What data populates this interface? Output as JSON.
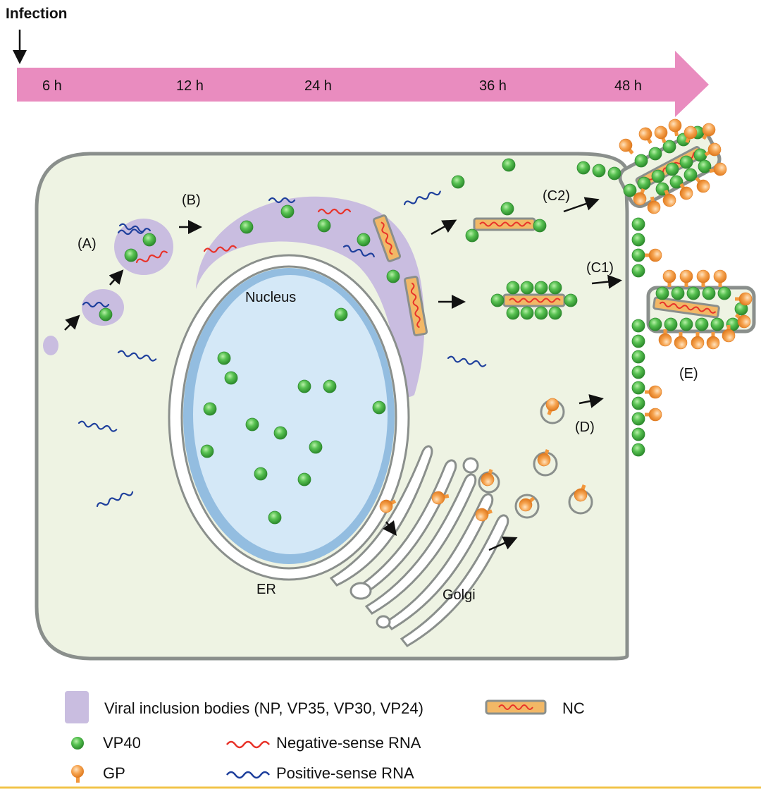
{
  "title": "Infection",
  "timeline": {
    "arrow_color": "#e98cbf",
    "ticks": [
      "6 h",
      "12 h",
      "24 h",
      "36 h",
      "48 h"
    ]
  },
  "labels": {
    "a": "(A)",
    "b": "(B)",
    "c1": "(C1)",
    "c2": "(C2)",
    "d": "(D)",
    "e": "(E)",
    "nucleus": "Nucleus",
    "er": "ER",
    "golgi": "Golgi"
  },
  "legend": {
    "inclusion": "Viral inclusion bodies (NP, VP35, VP30, VP24)",
    "nc": "NC",
    "vp40": "VP40",
    "neg_rna": "Negative-sense RNA",
    "gp": "GP",
    "pos_rna": "Positive-sense RNA"
  },
  "colors": {
    "cell_fill": "#eef3e3",
    "cell_stroke": "#8a8f8c",
    "nucleus_fill": "#d4e8f7",
    "nucleus_stroke": "#93bde0",
    "inclusion": "#c9bde0",
    "vp40": "#4db14b",
    "gp": "#f2973c",
    "neg_rna": "#e8332a",
    "pos_rna": "#1e3f9c",
    "nc_fill": "#f2b866"
  }
}
